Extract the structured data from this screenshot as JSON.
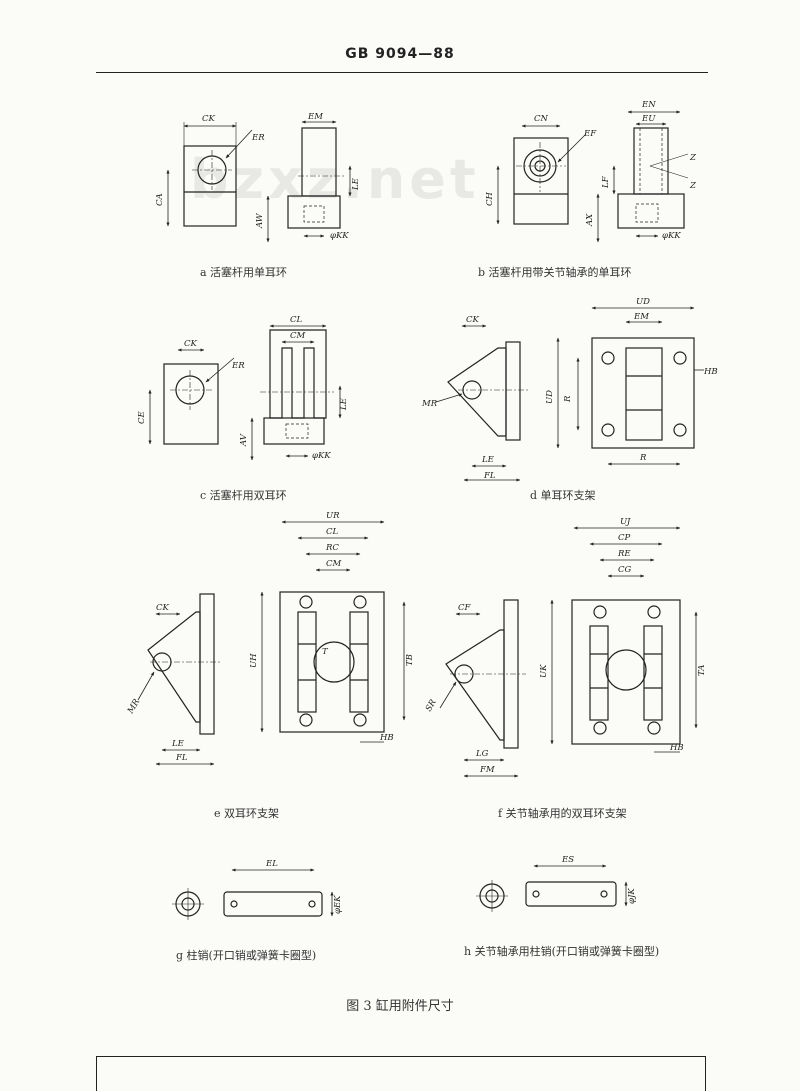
{
  "header": {
    "standard": "GB 9094—88"
  },
  "watermark": "bzxz.net",
  "captions": {
    "a": "a  活塞杆用单耳环",
    "b": "b  活塞杆用带关节轴承的单耳环",
    "c": "c  活塞杆用双耳环",
    "d": "d  单耳环支架",
    "e": "e  双耳环支架",
    "f": "f  关节轴承用的双耳环支架",
    "g": "g  柱销(开口销或弹簧卡圈型)",
    "h": "h  关节轴承用柱销(开口销或弹簧卡圈型)"
  },
  "figure_caption": "图 3  缸用附件尺寸",
  "dim_labels": {
    "a": [
      "CK",
      "ER",
      "EM",
      "CA",
      "LE",
      "AW",
      "φKK"
    ],
    "b": [
      "CN",
      "EF",
      "EN",
      "EU",
      "Z",
      "Z",
      "CH",
      "LF",
      "AX",
      "φKK"
    ],
    "c": [
      "CK",
      "ER",
      "CL",
      "CM",
      "CE",
      "LE",
      "AV",
      "φKK"
    ],
    "d": [
      "CK",
      "MR",
      "LE",
      "FL",
      "UD",
      "EM",
      "R",
      "HB",
      "UD",
      "R"
    ],
    "e": [
      "CK",
      "MR",
      "LE",
      "FL",
      "UR",
      "CL",
      "RC",
      "CM",
      "UH",
      "TB",
      "T",
      "HB"
    ],
    "f": [
      "CF",
      "SR",
      "LG",
      "FM",
      "UJ",
      "CP",
      "RE",
      "CG",
      "UK",
      "TA",
      "HB"
    ],
    "g": [
      "EL",
      "φEK"
    ],
    "h": [
      "ES",
      "φJK"
    ]
  }
}
